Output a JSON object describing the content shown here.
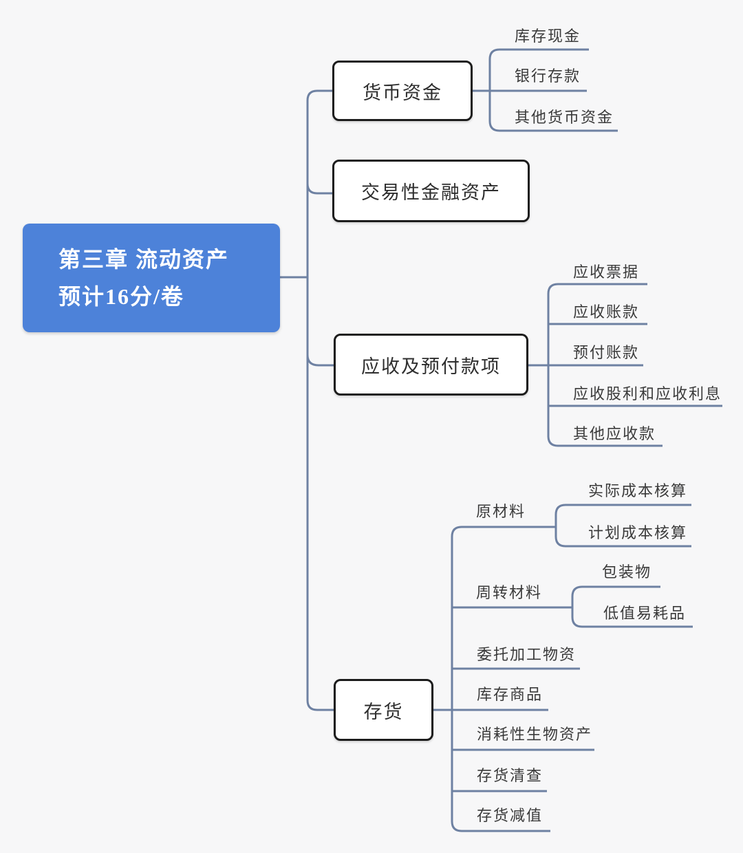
{
  "diagram": {
    "type": "mindmap",
    "background_color": "#F7F7F8",
    "line_color": "#6E81A2",
    "root": {
      "title_line1": "第三章  流动资产",
      "title_line2": "预计16分/卷",
      "fill": "#4D82D9",
      "text_color": "#FFFFFF"
    },
    "branches": [
      {
        "label": "货币资金",
        "children": [
          {
            "label": "库存现金"
          },
          {
            "label": "银行存款"
          },
          {
            "label": "其他货币资金"
          }
        ]
      },
      {
        "label": "交易性金融资产",
        "children": []
      },
      {
        "label": "应收及预付款项",
        "children": [
          {
            "label": "应收票据"
          },
          {
            "label": "应收账款"
          },
          {
            "label": "预付账款"
          },
          {
            "label": "应收股利和应收利息"
          },
          {
            "label": "其他应收款"
          }
        ]
      },
      {
        "label": "存货",
        "children": [
          {
            "label": "原材料",
            "children": [
              {
                "label": "实际成本核算"
              },
              {
                "label": "计划成本核算"
              }
            ]
          },
          {
            "label": "周转材料",
            "children": [
              {
                "label": "包装物"
              },
              {
                "label": "低值易耗品"
              }
            ]
          },
          {
            "label": "委托加工物资"
          },
          {
            "label": "库存商品"
          },
          {
            "label": "消耗性生物资产"
          },
          {
            "label": "存货清查"
          },
          {
            "label": "存货减值"
          }
        ]
      }
    ]
  }
}
